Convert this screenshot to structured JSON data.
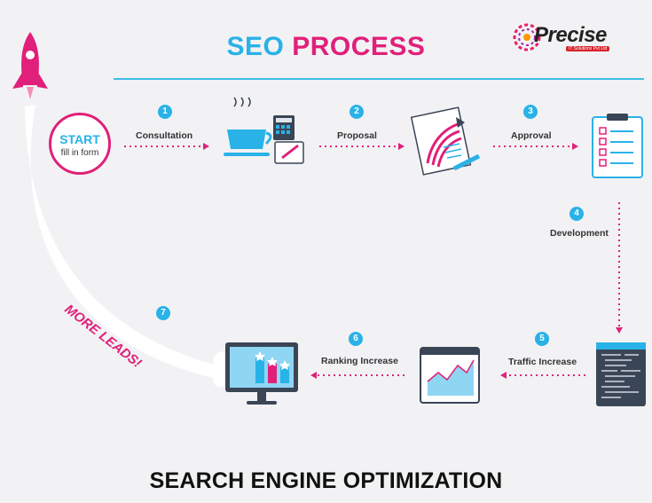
{
  "header": {
    "title_part1": "SEO",
    "title_part2": "PROCESS"
  },
  "logo": {
    "word": "Precise",
    "tagline": "IT Solutions Pvt Ltd"
  },
  "start": {
    "line1": "START",
    "line2": "fill in form"
  },
  "steps": [
    {
      "num": "1",
      "label": "Consultation"
    },
    {
      "num": "2",
      "label": "Proposal"
    },
    {
      "num": "3",
      "label": "Approval"
    },
    {
      "num": "4",
      "label": "Development"
    },
    {
      "num": "5",
      "label": "Traffic Increase"
    },
    {
      "num": "6",
      "label": "Ranking Increase"
    },
    {
      "num": "7",
      "label": ""
    }
  ],
  "leads_text": "MORE LEADS!",
  "footer": {
    "title": "SEARCH ENGINE OPTIMIZATION"
  },
  "colors": {
    "blue": "#29b2e8",
    "pink": "#e0207a",
    "dark": "#3a4556"
  },
  "icons": [
    "rocket-icon",
    "coffee-cup-icon",
    "calculator-icon",
    "document-rocket-icon",
    "checklist-icon",
    "code-screen-icon",
    "chart-window-icon",
    "monitor-ranking-icon"
  ]
}
